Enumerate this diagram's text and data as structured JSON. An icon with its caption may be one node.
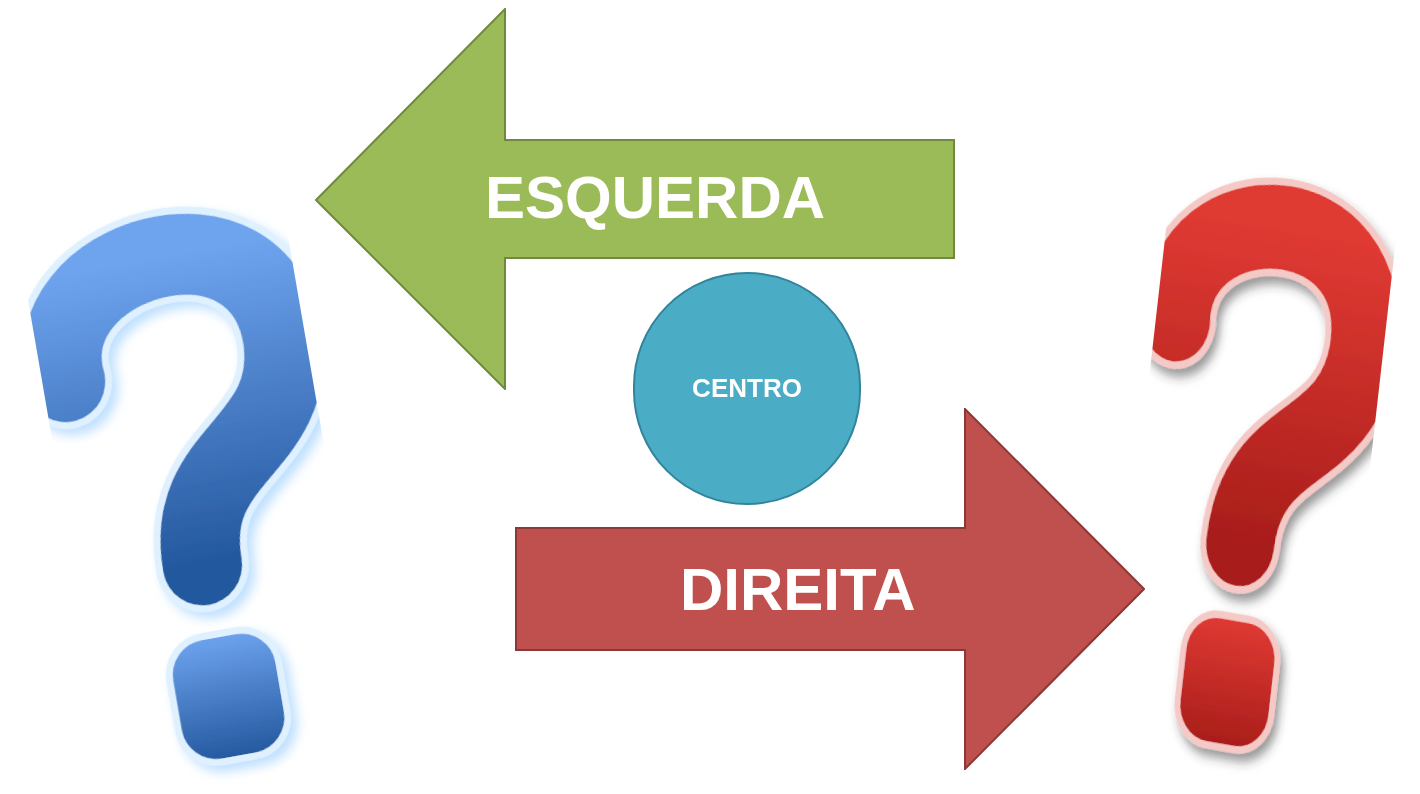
{
  "diagram": {
    "nodes": [
      {
        "text": [],
        "shape": "picture"
      },
      {
        "text": [
          "ESQUERDA"
        ]
      },
      {
        "text": [
          "CENTRO"
        ]
      },
      {
        "text": [
          "DIREITA"
        ]
      },
      {
        "text": [],
        "shape": "picture"
      }
    ]
  }
}
